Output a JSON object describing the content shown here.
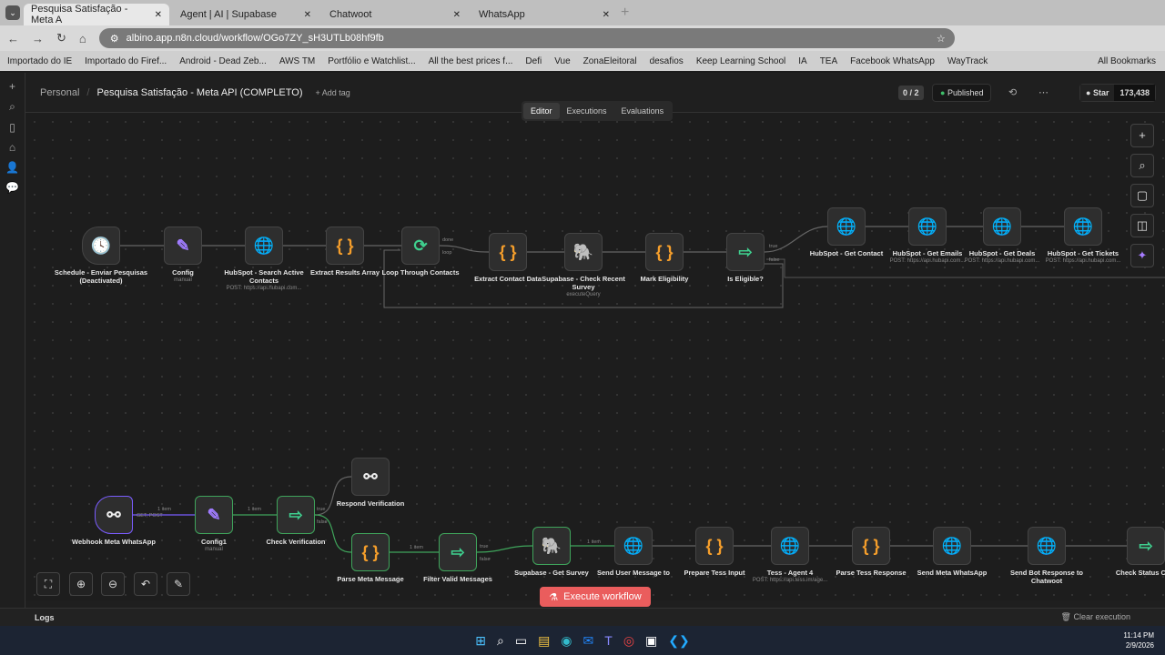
{
  "browser": {
    "tabs": [
      {
        "title": "Pesquisa Satisfação - Meta A"
      },
      {
        "title": "Agent | AI | Supabase"
      },
      {
        "title": "Chatwoot"
      },
      {
        "title": "WhatsApp"
      }
    ],
    "url": "albino.app.n8n.cloud/workflow/OGo7ZY_sH3UTLb08hf9fb",
    "bookmarks": [
      "Importado do IE",
      "Importado do Firef...",
      "Android - Dead Zeb...",
      "AWS TM",
      "Portfólio e Watchlist...",
      "All the best prices f...",
      "Defi",
      "Vue",
      "ZonaEleitoral",
      "desafios",
      "Keep Learning School",
      "IA",
      "TEA",
      "Facebook WhatsApp",
      "WayTrack",
      "All Bookmarks"
    ]
  },
  "header": {
    "project": "Personal",
    "workflow_name": "Pesquisa Satisfação - Meta API (COMPLETO)",
    "add_tag": "+ Add tag",
    "counter": "0 / 2",
    "status": "Published",
    "star_label": "Star",
    "star_count": "173,438"
  },
  "view_tabs": [
    "Editor",
    "Executions",
    "Evaluations"
  ],
  "nodes": [
    {
      "label": "Schedule - Enviar Pesquisas (Deactivated)",
      "icon": "clock",
      "sub": ""
    },
    {
      "label": "Config",
      "icon": "pencil",
      "sub": "manual"
    },
    {
      "label": "HubSpot - Search Active Contacts",
      "icon": "globe",
      "sub": "POST: https://api.hubapi.com..."
    },
    {
      "label": "Extract Results Array",
      "icon": "code",
      "sub": ""
    },
    {
      "label": "Loop Through Contacts",
      "icon": "loop",
      "sub": ""
    },
    {
      "label": "Extract Contact Data",
      "icon": "code",
      "sub": ""
    },
    {
      "label": "Supabase - Check Recent Survey",
      "icon": "postgres",
      "sub": "executeQuery"
    },
    {
      "label": "Mark Eligibility",
      "icon": "code",
      "sub": ""
    },
    {
      "label": "Is Eligible?",
      "icon": "if",
      "sub": ""
    },
    {
      "label": "HubSpot - Get Contact",
      "icon": "globe",
      "sub": ""
    },
    {
      "label": "HubSpot - Get Emails",
      "icon": "globe",
      "sub": "POST: https://api.hubapi.com..."
    },
    {
      "label": "HubSpot - Get Deals",
      "icon": "globe",
      "sub": "POST: https://api.hubapi.com..."
    },
    {
      "label": "HubSpot - Get Tickets",
      "icon": "globe",
      "sub": "POST: https://api.hubapi.com..."
    },
    {
      "label": "Webhook Meta WhatsApp",
      "icon": "webhook",
      "sub": ""
    },
    {
      "label": "Config1",
      "icon": "pencil",
      "sub": "manual"
    },
    {
      "label": "Check Verification",
      "icon": "if",
      "sub": ""
    },
    {
      "label": "Respond Verification",
      "icon": "webhook",
      "sub": ""
    },
    {
      "label": "Parse Meta Message",
      "icon": "code",
      "sub": ""
    },
    {
      "label": "Filter Valid Messages",
      "icon": "if",
      "sub": ""
    },
    {
      "label": "Supabase - Get Survey",
      "icon": "postgres",
      "sub": ""
    },
    {
      "label": "Send User Message to",
      "icon": "globe",
      "sub": ""
    },
    {
      "label": "Prepare Tess Input",
      "icon": "code",
      "sub": ""
    },
    {
      "label": "Tess - Agent 4",
      "icon": "globe",
      "sub": "POST: https://api.tess.im/age..."
    },
    {
      "label": "Parse Tess Response",
      "icon": "code",
      "sub": ""
    },
    {
      "label": "Send Meta WhatsApp",
      "icon": "globe",
      "sub": ""
    },
    {
      "label": "Send Bot Response to Chatwoot",
      "icon": "globe",
      "sub": ""
    },
    {
      "label": "Check Status Com",
      "icon": "if",
      "sub": ""
    }
  ],
  "edge_labels": {
    "done": "done",
    "loop": "loop",
    "true": "true",
    "false": "false",
    "items": "1 item",
    "methods": "GET, POST"
  },
  "execute_button": "Execute workflow",
  "logs": {
    "title": "Logs",
    "clear": "Clear execution"
  },
  "clock": {
    "time": "11:14 PM",
    "date": "2/9/2026"
  }
}
